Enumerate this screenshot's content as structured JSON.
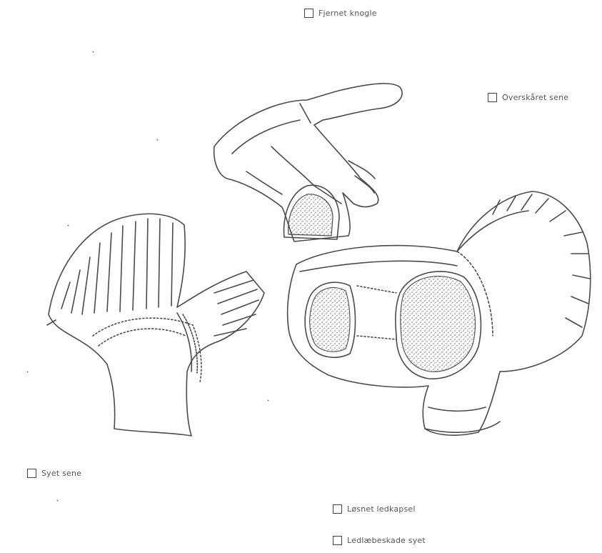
{
  "options": {
    "removed_bone": {
      "label": "Fjernet knogle",
      "checked": false
    },
    "severed_tendon": {
      "label": "Overskåret sene",
      "checked": false
    },
    "sutured_tendon": {
      "label": "Syet sene",
      "checked": false
    },
    "loosened_capsule": {
      "label": "Løsnet ledkapsel",
      "checked": false
    },
    "labrum_damage": {
      "label": "Ledlæbeskade syet",
      "checked": false
    }
  },
  "ink_color": "#4a4a4a",
  "stipple_color": "#6a6a6a"
}
